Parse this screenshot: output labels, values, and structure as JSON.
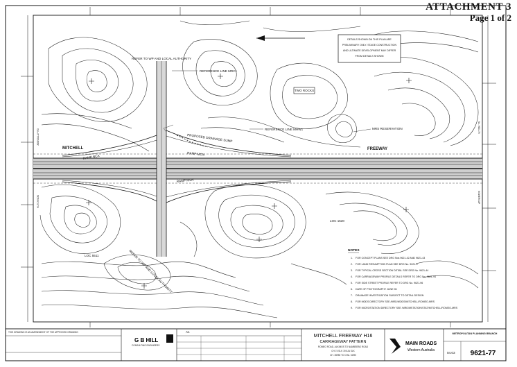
{
  "attachment": {
    "line1": "ATTACHMENT 3",
    "line2": "Page 1 of 2"
  },
  "details_box": {
    "lines": [
      "DETAILS SHOWN ON THIS PLAN ARE",
      "PRELIMINARY ONLY. STAGE CONSTRUCTION",
      "AND ULTIMATE DEVELOPMENT MAY DIFFER",
      "FROM DETAILS SHOWN"
    ]
  },
  "labels": {
    "refer_top": "REFER TO WP AND LOCAL AUTHORITY",
    "refer_bottom": "REFER TO WP AND LOCAL AUTHORITY",
    "ref_line_1": "REFERENCE LINE MRC1",
    "ref_line_2": "REFERENCE LINE MHW1",
    "drainage": "PROPOSED DRAINAGE SUMP",
    "two_rocks": "TWO ROCKS",
    "mrs": "MRS RESERVATION",
    "mitchell": "MITCHELL",
    "freeway": "FREEWAY",
    "ramp_tl": "RAMP NCA",
    "ramp_ml": "RAMP MCN",
    "ramp_c": "RAMP MSN",
    "loc_a": "LOC 5511",
    "loc_b": "LOC 1520",
    "left_road_1": "JOONDALUP RD",
    "left_road_2": "HUTCHISON",
    "right_road_1": "No. 9621-78",
    "right_road_2": "NOWERGUP"
  },
  "notes": {
    "title": "NOTES",
    "items": [
      "FOR CONCEPT PLANS SEE DRG Nos 9621-42 AND 9621-43",
      "FOR LAND RESUMPTION PLAN SEE DRG No. 9221-3",
      "FOR TYPICAL CROSS SECTION DETAIL SEE DRG No. 9621-44",
      "FOR CARRIAGEWAY PROFILE DETAILS REFER TO DRG No. 9621-94",
      "FOR SIDE STREET PROFILE REFER TO DRG No. 9621-96",
      "DATE OF PHOTOGRAPHY JUNE 96",
      "DRAINAGE INVESTIGATION SUBJECT TO DETAIL DESIGN",
      "FOR MODS DIRECTORY SEE /MRD/MODS/MITCHELL/ROMEO-MRS",
      "FOR MICROSTATION DIRECTORY SEE /MRD/MSTATION/STAT/MITCHELL/ROMEO-MRS"
    ]
  },
  "title_block": {
    "left_notice": "THIS DRAWING IS AN AMENDMENT OF THE APPROVED DRAWING",
    "company": "G B HILL",
    "company_sub": "CONSULTING ENGINEERS",
    "project": "MITCHELL FREEWAY H16",
    "subtitle": "CARRIAGEWAY PATTERN",
    "desc1": "ROMEO ROAD, ALKIMOS TO NAMBEEBO ROAD",
    "desc2": "CH.74 SLK 19 6JA SLK",
    "desc3": "CH. 35950 TO CHA. 6I290",
    "agency": "MAIN ROADS",
    "agency_sub": "Western Australia",
    "branch": "METROPOLITAN PLANNING BRANCH",
    "drawing_no": "9621-77",
    "date": "04.03",
    "sheet_size": "A1"
  }
}
